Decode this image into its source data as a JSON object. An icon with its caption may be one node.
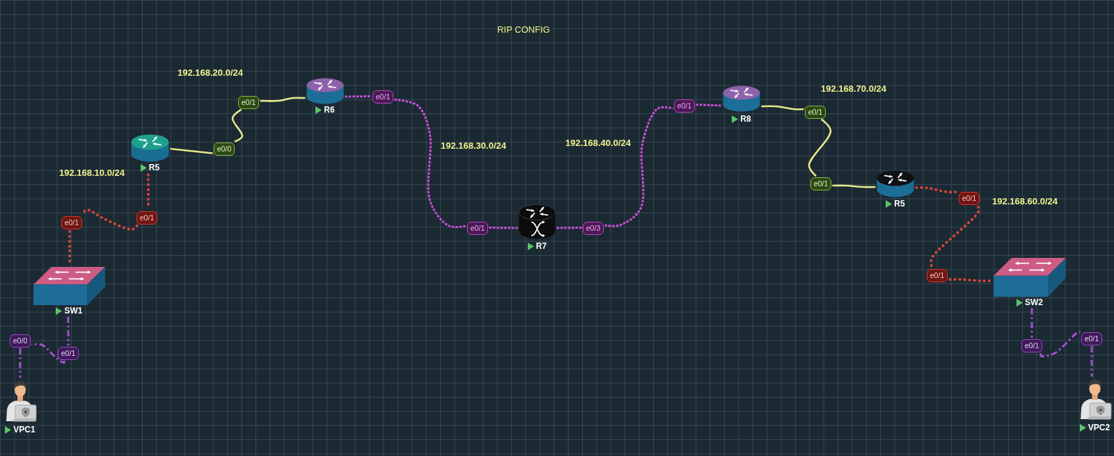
{
  "diagram": {
    "title": "RIP CONFIG",
    "nodes": [
      {
        "text": [
          "R5"
        ]
      },
      {
        "text": [
          "e0/0"
        ]
      },
      {
        "text": [
          "e0/1"
        ]
      },
      {
        "text": [
          "R6"
        ]
      },
      {
        "text": [
          "e0/1"
        ]
      },
      {
        "text": [
          "e0/1"
        ]
      },
      {
        "text": [
          "R7"
        ]
      },
      {
        "text": [
          "e0/3"
        ]
      },
      {
        "text": [
          "e0/1"
        ]
      },
      {
        "text": [
          "R8"
        ]
      },
      {
        "text": [
          "e0/1"
        ]
      },
      {
        "text": [
          "e0/1"
        ]
      },
      {
        "text": [
          "R5"
        ]
      },
      {
        "text": [
          "e0/1"
        ]
      },
      {
        "text": [
          "e0/1"
        ]
      },
      {
        "text": [
          "SW2"
        ]
      },
      {
        "text": [
          "e0/1"
        ]
      },
      {
        "text": [
          "e0/1"
        ]
      },
      {
        "text": [
          "VPC2"
        ]
      },
      {
        "text": [
          "e0/1"
        ]
      },
      {
        "text": [
          "e0/1"
        ]
      },
      {
        "text": [
          "SW1"
        ]
      },
      {
        "text": [
          "e0/1"
        ]
      },
      {
        "text": [
          "e0/0"
        ]
      },
      {
        "text": [
          "VPC1"
        ]
      }
    ],
    "edges": [
      {
        "from": 0,
        "to": 1,
        "arrow": "none",
        "color": "#e8e88c"
      },
      {
        "from": 1,
        "to": 2,
        "arrow": "none",
        "color": "#e8e88c"
      },
      {
        "from": 2,
        "to": 3,
        "arrow": "none",
        "color": "#e8e88c"
      },
      {
        "from": 3,
        "to": 4,
        "arrow": "none",
        "style": "dashed",
        "color": "#c850d8"
      },
      {
        "from": 4,
        "to": 5,
        "arrow": "none",
        "style": "dashed",
        "color": "#c850d8"
      },
      {
        "from": 5,
        "to": 6,
        "arrow": "none",
        "style": "dashed",
        "color": "#c850d8"
      },
      {
        "from": 6,
        "to": 7,
        "arrow": "none",
        "style": "dashed",
        "color": "#c850d8"
      },
      {
        "from": 7,
        "to": 8,
        "arrow": "none",
        "style": "dashed",
        "color": "#c850d8"
      },
      {
        "from": 8,
        "to": 9,
        "arrow": "none",
        "style": "dashed",
        "color": "#c850d8"
      },
      {
        "from": 9,
        "to": 10,
        "arrow": "none",
        "color": "#e8e88c"
      },
      {
        "from": 10,
        "to": 11,
        "arrow": "none",
        "color": "#e8e88c"
      },
      {
        "from": 11,
        "to": 12,
        "arrow": "none",
        "color": "#e8e88c"
      },
      {
        "from": 12,
        "to": 13,
        "arrow": "none",
        "style": "dashed",
        "color": "#d8463a"
      },
      {
        "from": 13,
        "to": 14,
        "arrow": "none",
        "style": "dashed",
        "color": "#d8463a"
      },
      {
        "from": 14,
        "to": 15,
        "arrow": "none",
        "style": "dashed",
        "color": "#d8463a"
      },
      {
        "from": 15,
        "to": 16,
        "arrow": "none",
        "style": "dashed",
        "color": "#a450d0"
      },
      {
        "from": 16,
        "to": 17,
        "arrow": "none",
        "style": "dashed",
        "color": "#a450d0"
      },
      {
        "from": 17,
        "to": 18,
        "arrow": "none",
        "style": "dashed",
        "color": "#a450d0"
      },
      {
        "from": 0,
        "to": 19,
        "arrow": "none",
        "style": "dashed",
        "color": "#d8463a"
      },
      {
        "from": 19,
        "to": 20,
        "arrow": "none",
        "style": "dashed",
        "color": "#d8463a"
      },
      {
        "from": 20,
        "to": 21,
        "arrow": "none",
        "style": "dashed",
        "color": "#d8463a"
      },
      {
        "from": 21,
        "to": 22,
        "arrow": "none",
        "style": "dashed",
        "color": "#a450d0"
      },
      {
        "from": 22,
        "to": 23,
        "arrow": "none",
        "style": "dashed",
        "color": "#a450d0"
      },
      {
        "from": 23,
        "to": 24,
        "arrow": "none",
        "style": "dashed",
        "color": "#a450d0"
      }
    ],
    "labels": [
      "192.168.20.0/24",
      "192.168.70.0/24",
      "192.168.30.0/24",
      "192.168.40.0/24",
      "192.168.10.0/24",
      "192.168.60.0/24"
    ]
  }
}
